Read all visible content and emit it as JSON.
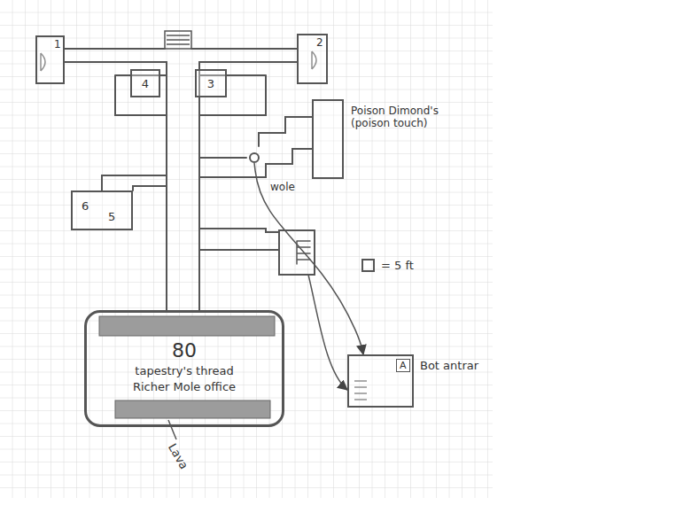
{
  "diagram": {
    "nodes": [
      {
        "text": [
          "1"
        ]
      },
      {
        "text": [
          "2"
        ]
      },
      {
        "text": [
          "4"
        ]
      },
      {
        "text": [
          "3"
        ]
      },
      {
        "text": [
          "Poison Dimond's (poison touch)"
        ]
      },
      {
        "text": [
          "wole"
        ]
      },
      {
        "text": [
          "6",
          "5"
        ]
      },
      {
        "text": [
          "80",
          "tapestry's thread",
          "Richer Mole office"
        ]
      },
      {
        "text": [
          "A",
          "Bot antrar"
        ]
      }
    ],
    "edges": [
      {
        "from": 5,
        "to": 8,
        "arrow": "to"
      }
    ],
    "labels": [
      "Lava"
    ],
    "legend": [
      {
        "text": "= 5 ft"
      }
    ]
  }
}
